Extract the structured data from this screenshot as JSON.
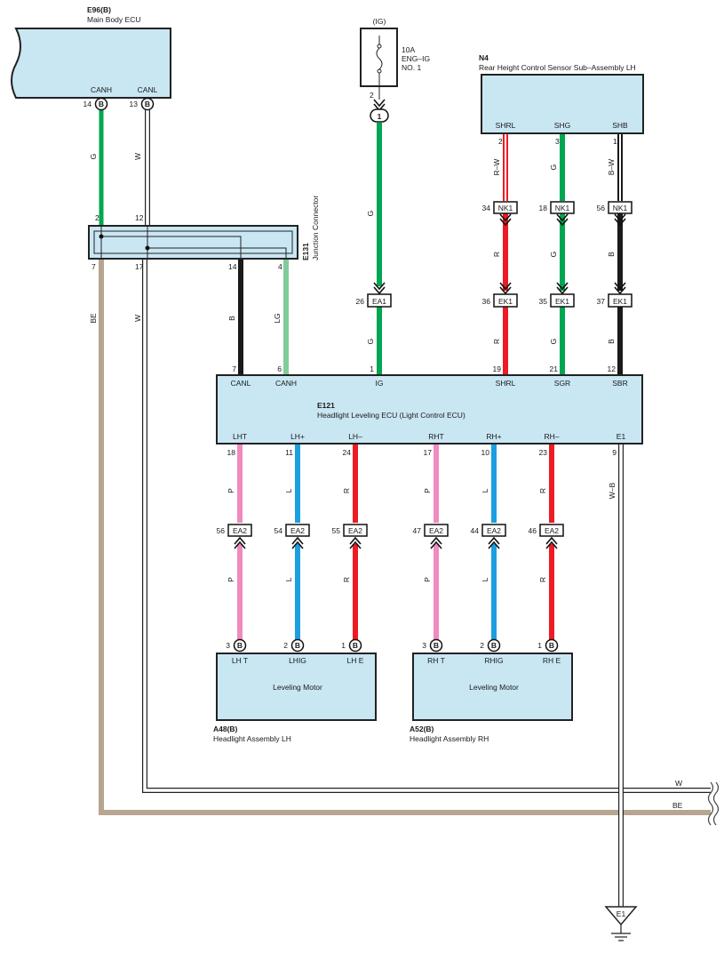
{
  "colors": {
    "G": "#00a651",
    "W": "#ffffff",
    "BE": "#b8a590",
    "B": "#1a1a1a",
    "LG": "#7fcc9a",
    "R": "#ed1c24",
    "P": "#f08ac0",
    "L": "#1aa0e0",
    "component_fill": "#c9e6f3"
  },
  "e96": {
    "code": "E96(B)",
    "name": "Main Body ECU",
    "term_canh": "CANH",
    "term_canl": "CANL",
    "pin_canh": "14",
    "pin_canl": "13",
    "conn_letter": "B"
  },
  "fuse": {
    "source": "(IG)",
    "rating": "10A",
    "name1": "ENG–IG",
    "name2": "NO. 1",
    "pin": "2",
    "conn_num": "1",
    "icon": "fuse-icon"
  },
  "n4": {
    "code": "N4",
    "name": "Rear Height Control Sensor Sub–Assembly LH",
    "terms": [
      "SHRL",
      "SHG",
      "SHB"
    ],
    "pins": [
      "2",
      "3",
      "1"
    ]
  },
  "e131": {
    "code": "E131",
    "name": "Junction Connector",
    "pins_top": [
      "2",
      "12"
    ],
    "pins_bottom": [
      "7",
      "17",
      "14",
      "4"
    ]
  },
  "e121": {
    "code": "E121",
    "name": "Headlight Leveling ECU (Light Control ECU)",
    "top_terms": [
      "CANL",
      "CANH",
      "IG",
      "SHRL",
      "SGR",
      "SBR"
    ],
    "top_pins": [
      "7",
      "6",
      "1",
      "19",
      "21",
      "12"
    ],
    "bottom_terms": [
      "LHT",
      "LH+",
      "LH–",
      "RHT",
      "RH+",
      "RH–",
      "E1"
    ],
    "bottom_pins": [
      "18",
      "11",
      "24",
      "17",
      "10",
      "23",
      "9"
    ]
  },
  "wires": {
    "canh_upper": "G",
    "canl_upper": "W",
    "ig_upper": "G",
    "ig_lower": "G",
    "shrl_upper": "R–W",
    "shg_upper": "G",
    "shb_upper": "B–W",
    "shrl_mid": "R",
    "shg_mid": "G",
    "shb_mid": "B",
    "shrl_lower": "R",
    "sgr_lower": "G",
    "sbr_lower": "B",
    "left_be": "BE",
    "left_w": "W",
    "canl_lower": "B",
    "canh_lower": "LG",
    "lht": "P",
    "lhp": "L",
    "lhm": "R",
    "rht": "P",
    "rhp": "L",
    "rhm": "R",
    "e1": "W–B",
    "bus_w": "W",
    "bus_be": "BE"
  },
  "connectors": {
    "ea1": {
      "label": "EA1",
      "pin": "26"
    },
    "nk1": [
      {
        "label": "NK1",
        "pin": "34"
      },
      {
        "label": "NK1",
        "pin": "18"
      },
      {
        "label": "NK1",
        "pin": "56"
      }
    ],
    "ek1": [
      {
        "label": "EK1",
        "pin": "36"
      },
      {
        "label": "EK1",
        "pin": "35"
      },
      {
        "label": "EK1",
        "pin": "37"
      }
    ],
    "ea2": [
      {
        "label": "EA2",
        "pin": "56"
      },
      {
        "label": "EA2",
        "pin": "54"
      },
      {
        "label": "EA2",
        "pin": "55"
      },
      {
        "label": "EA2",
        "pin": "47"
      },
      {
        "label": "EA2",
        "pin": "44"
      },
      {
        "label": "EA2",
        "pin": "46"
      }
    ]
  },
  "a48": {
    "code": "A48(B)",
    "name": "Headlight Assembly LH",
    "motor": "Leveling Motor",
    "terms": [
      "LH T",
      "LHIG",
      "LH E"
    ],
    "pins": [
      "3",
      "2",
      "1"
    ],
    "conn_letter": "B"
  },
  "a52": {
    "code": "A52(B)",
    "name": "Headlight Assembly RH",
    "motor": "Leveling Motor",
    "terms": [
      "RH T",
      "RHIG",
      "RH E"
    ],
    "pins": [
      "3",
      "2",
      "1"
    ],
    "conn_letter": "B"
  },
  "ground": {
    "label": "E1"
  }
}
